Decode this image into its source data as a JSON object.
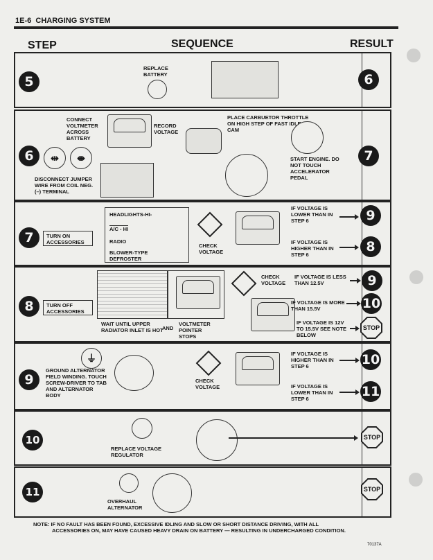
{
  "header": {
    "page": "1E-6",
    "title": "CHARGING SYSTEM"
  },
  "columns": {
    "step": "STEP",
    "sequence": "SEQUENCE",
    "result": "RESULT"
  },
  "steps": [
    {
      "n": "5",
      "texts": [
        "REPLACE BATTERY"
      ],
      "results": [
        "6"
      ]
    },
    {
      "n": "6",
      "texts": [
        "CONNECT VOLTMETER ACROSS BATTERY",
        "RECORD VOLTAGE",
        "DISCONNECT JUMPER WIRE FROM COIL NEG. (–) TERMINAL",
        "PLACE CARBUETOR THROTTLE ON HIGH STEP OF FAST IDLE CAM",
        "START ENGINE. DO NOT TOUCH ACCELERATOR PEDAL"
      ],
      "results": [
        "7"
      ]
    },
    {
      "n": "7",
      "texts": [
        "TURN ON ACCESSORIES",
        "CHECK VOLTAGE",
        "IF VOLTAGE IS LOWER THAN IN STEP 6",
        "IF VOLTAGE IS HIGHER THAN IN STEP 6"
      ],
      "accessories": [
        "HEADLIGHTS-HI-",
        "A/C - HI",
        "RADIO",
        "BLOWER-TYPE DEFROSTER"
      ],
      "results": [
        "9",
        "8"
      ]
    },
    {
      "n": "8",
      "texts": [
        "TURN OFF ACCESSORIES",
        "WAIT UNTIL UPPER RADIATOR INLET IS HOT",
        "AND",
        "VOLTMETER POINTER STOPS",
        "CHECK VOLTAGE",
        "IF VOLTAGE IS LESS THAN 12.5V",
        "IF VOLTAGE IS MORE THAN 15.5V",
        "IF VOLTAGE IS 12V TO 15.5V SEE NOTE BELOW"
      ],
      "results": [
        "9",
        "10",
        "STOP"
      ]
    },
    {
      "n": "9",
      "texts": [
        "GROUND ALTERNATOR FIELD WINDING. TOUCH SCREW-DRIVER TO TAB AND ALTERNATOR BODY",
        "CHECK VOLTAGE",
        "IF VOLTAGE IS HIGHER THAN IN STEP 6",
        "IF VOLTAGE IS LOWER THAN IN STEP 6"
      ],
      "results": [
        "10",
        "11"
      ]
    },
    {
      "n": "10",
      "texts": [
        "REPLACE VOLTAGE REGULATOR"
      ],
      "results": [
        "STOP"
      ]
    },
    {
      "n": "11",
      "texts": [
        "OVERHAUL ALTERNATOR"
      ],
      "results": [
        "STOP"
      ]
    }
  ],
  "note": {
    "label": "NOTE:",
    "line1": "IF NO FAULT HAS BEEN FOUND, EXCESSIVE IDLING AND SLOW OR SHORT DISTANCE DRIVING, WITH ALL",
    "line2": "ACCESSORIES ON, MAY HAVE CAUSED HEAVY DRAIN ON BATTERY — RESULTING IN UNDERCHARGED CONDITION."
  },
  "figure_code": "70137A"
}
